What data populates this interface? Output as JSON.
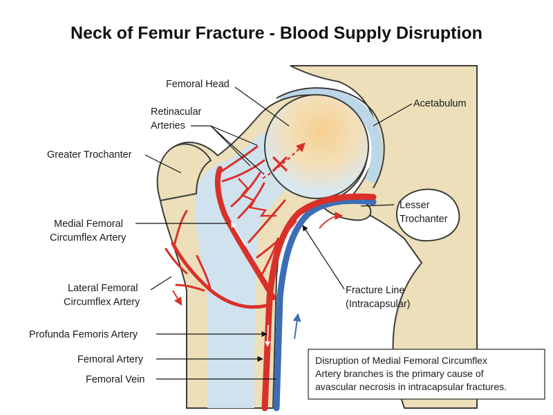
{
  "title": "Neck of Femur Fracture - Blood Supply Disruption",
  "labels": {
    "femoral_head": "Femoral Head",
    "retinacular_1": "Retinacular",
    "retinacular_2": "Arteries",
    "acetabulum": "Acetabulum",
    "greater_trochanter": "Greater Trochanter",
    "lesser_trochanter_1": "Lesser",
    "lesser_trochanter_2": "Trochanter",
    "mfca_1": "Medial Femoral",
    "mfca_2": "Circumflex Artery",
    "lfca_1": "Lateral Femoral",
    "lfca_2": "Circumflex Artery",
    "fracture_1": "Fracture Line",
    "fracture_2": "(Intracapsular)",
    "profunda": "Profunda Femoris Artery",
    "femoral_artery": "Femoral Artery",
    "femoral_vein": "Femoral Vein"
  },
  "note": {
    "line1": "Disruption of Medial Femoral Circumflex",
    "line2": "Artery branches is the primary cause of",
    "line3": "avascular necrosis in intracapsular fractures."
  },
  "colors": {
    "bone": "#ecdfb9",
    "bone_outline": "#3b3b3b",
    "marrow": "#cfe2ee",
    "cartilage": "#bcd7e8",
    "head_glow": "#f6cf8f",
    "artery": "#d9302a",
    "artery_dark": "#a31d18",
    "vein": "#3d6eb5",
    "text": "#1a1a1a"
  },
  "icons": [
    "blocked-flow-x-icon",
    "fracture-zigzag-icon",
    "flow-arrow-icon"
  ]
}
